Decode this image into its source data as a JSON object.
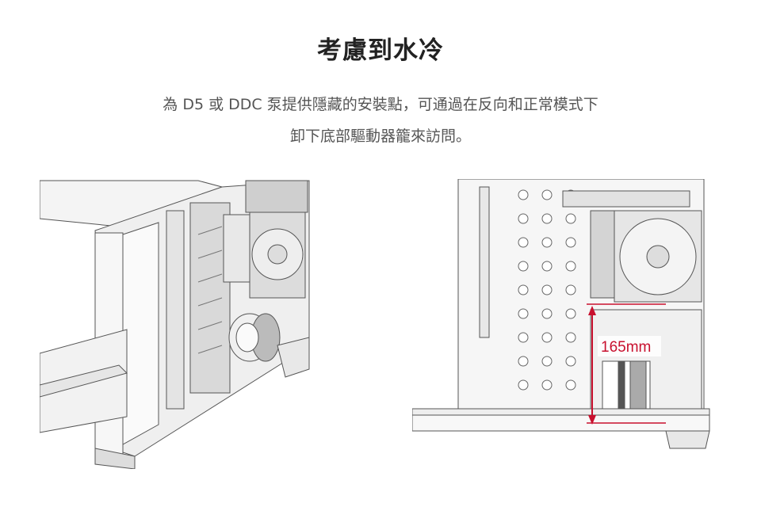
{
  "section": {
    "title": "考慮到水冷",
    "description_line1": "為 D5 或 DDC 泵提供隱藏的安裝點，可通過在反向和正常模式下",
    "description_line2": "卸下底部驅動器籠來訪問。"
  },
  "illustrations": {
    "left": {
      "subject": "case-interior-pump-mount"
    },
    "right": {
      "subject": "case-side-view-pump-clearance",
      "dimension_label": "165mm",
      "accent": "#c8102e"
    }
  }
}
